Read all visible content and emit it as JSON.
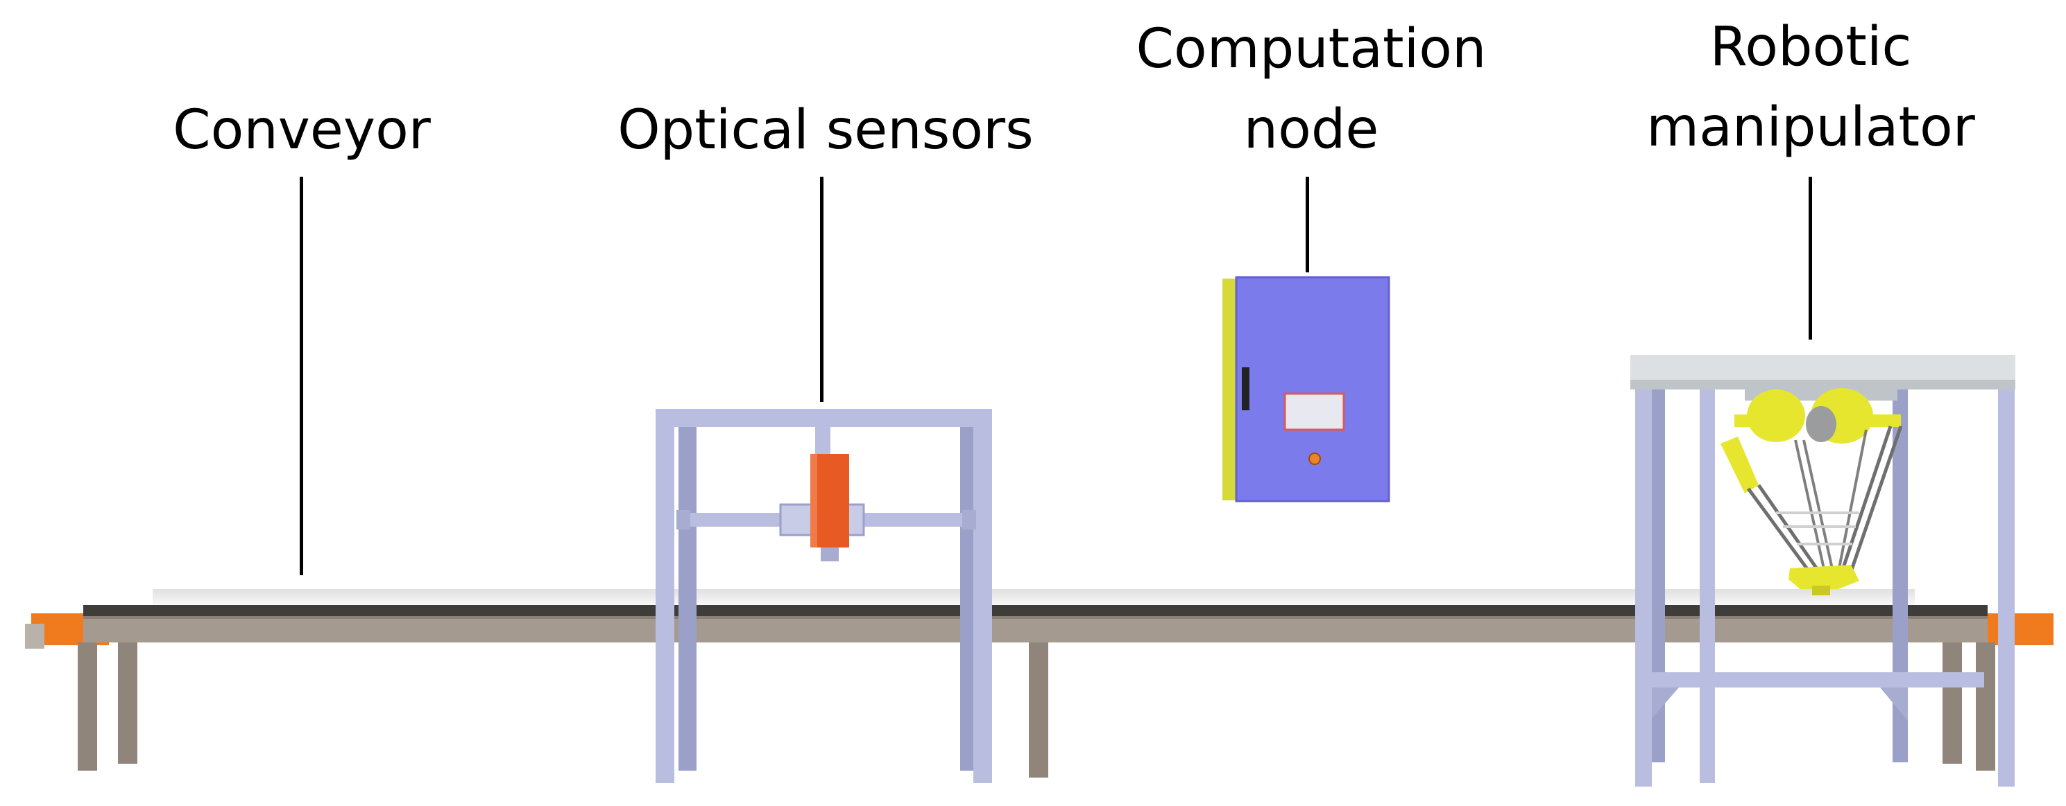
{
  "labels": {
    "conveyor": "Conveyor",
    "optical_sensors": "Optical sensors",
    "computation_node": [
      "Computation",
      "node"
    ],
    "robotic_manipulator": [
      "Robotic",
      "manipulator"
    ]
  },
  "colors": {
    "frame": "#B9BEE0",
    "frame_shadow": "#9AA0C8",
    "belt_top": "#3F3D3A",
    "belt_side": "#A59A8F",
    "leg": "#8F857B",
    "end_cap": "#F07A1E",
    "sensor": "#E85A24",
    "cabinet": "#7B7BEB",
    "cabinet_side": "#D6D93A",
    "robot": "#E6E62E",
    "robot_roof": "#DCE0E2"
  }
}
